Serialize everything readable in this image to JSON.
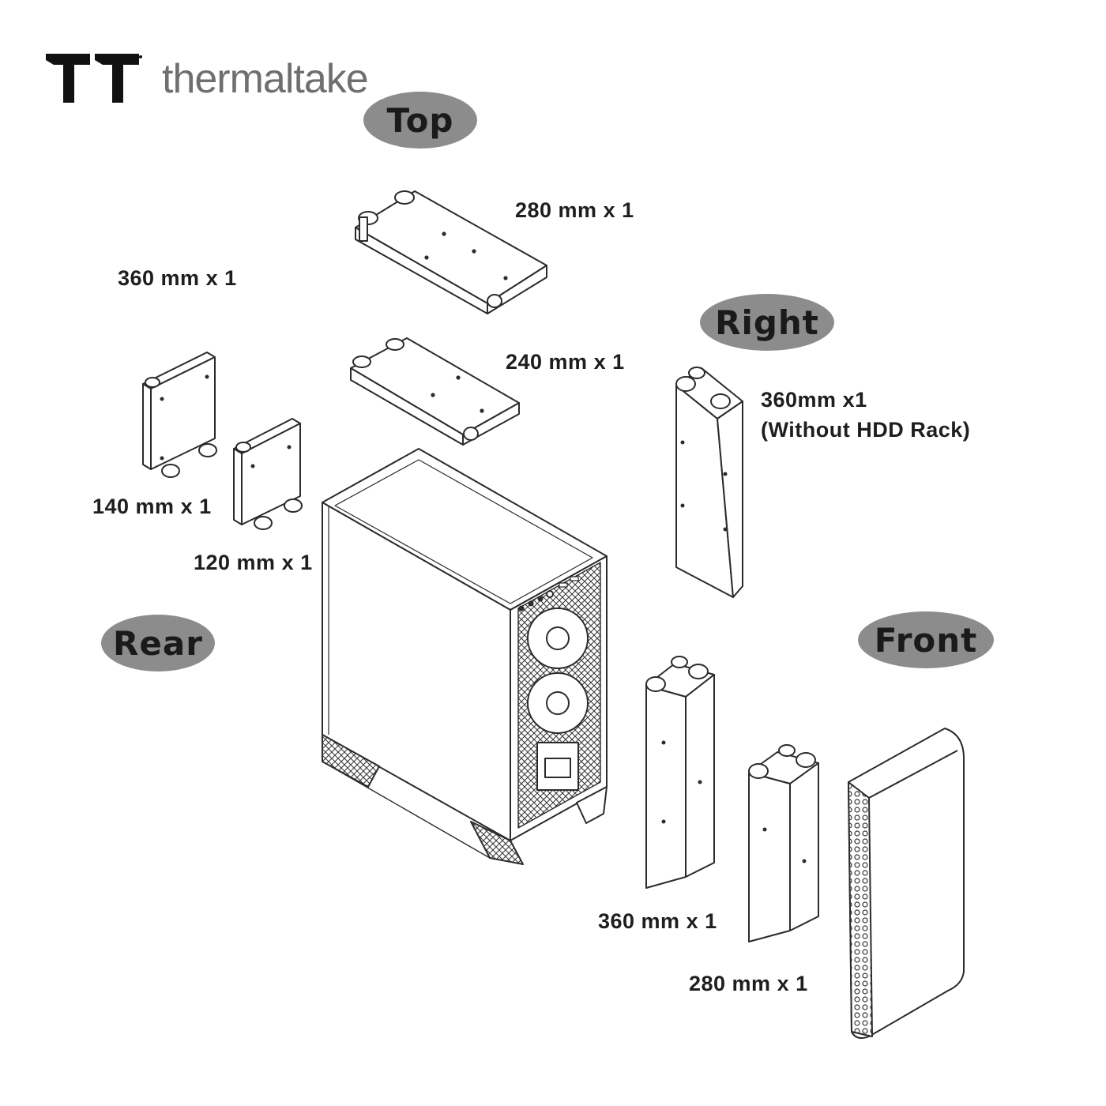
{
  "brand": {
    "name": "thermaltake",
    "logo_icon": "tt-logo-icon"
  },
  "views": {
    "top": "Top",
    "right": "Right",
    "rear": "Rear",
    "front": "Front"
  },
  "labels": {
    "top_280": "280 mm x 1",
    "top_360": "360 mm x 1",
    "top_240": "240 mm x 1",
    "right_360_line1": "360mm x1",
    "right_360_line2": "(Without HDD Rack)",
    "rear_140": "140 mm x 1",
    "rear_120": "120 mm x 1",
    "front_360": "360 mm x 1",
    "front_280": "280 mm x 1"
  },
  "colors": {
    "pill": "#8c8c8c",
    "line": "#2b2b2b",
    "brand_text": "#6f6f6f",
    "logo": "#111111"
  }
}
